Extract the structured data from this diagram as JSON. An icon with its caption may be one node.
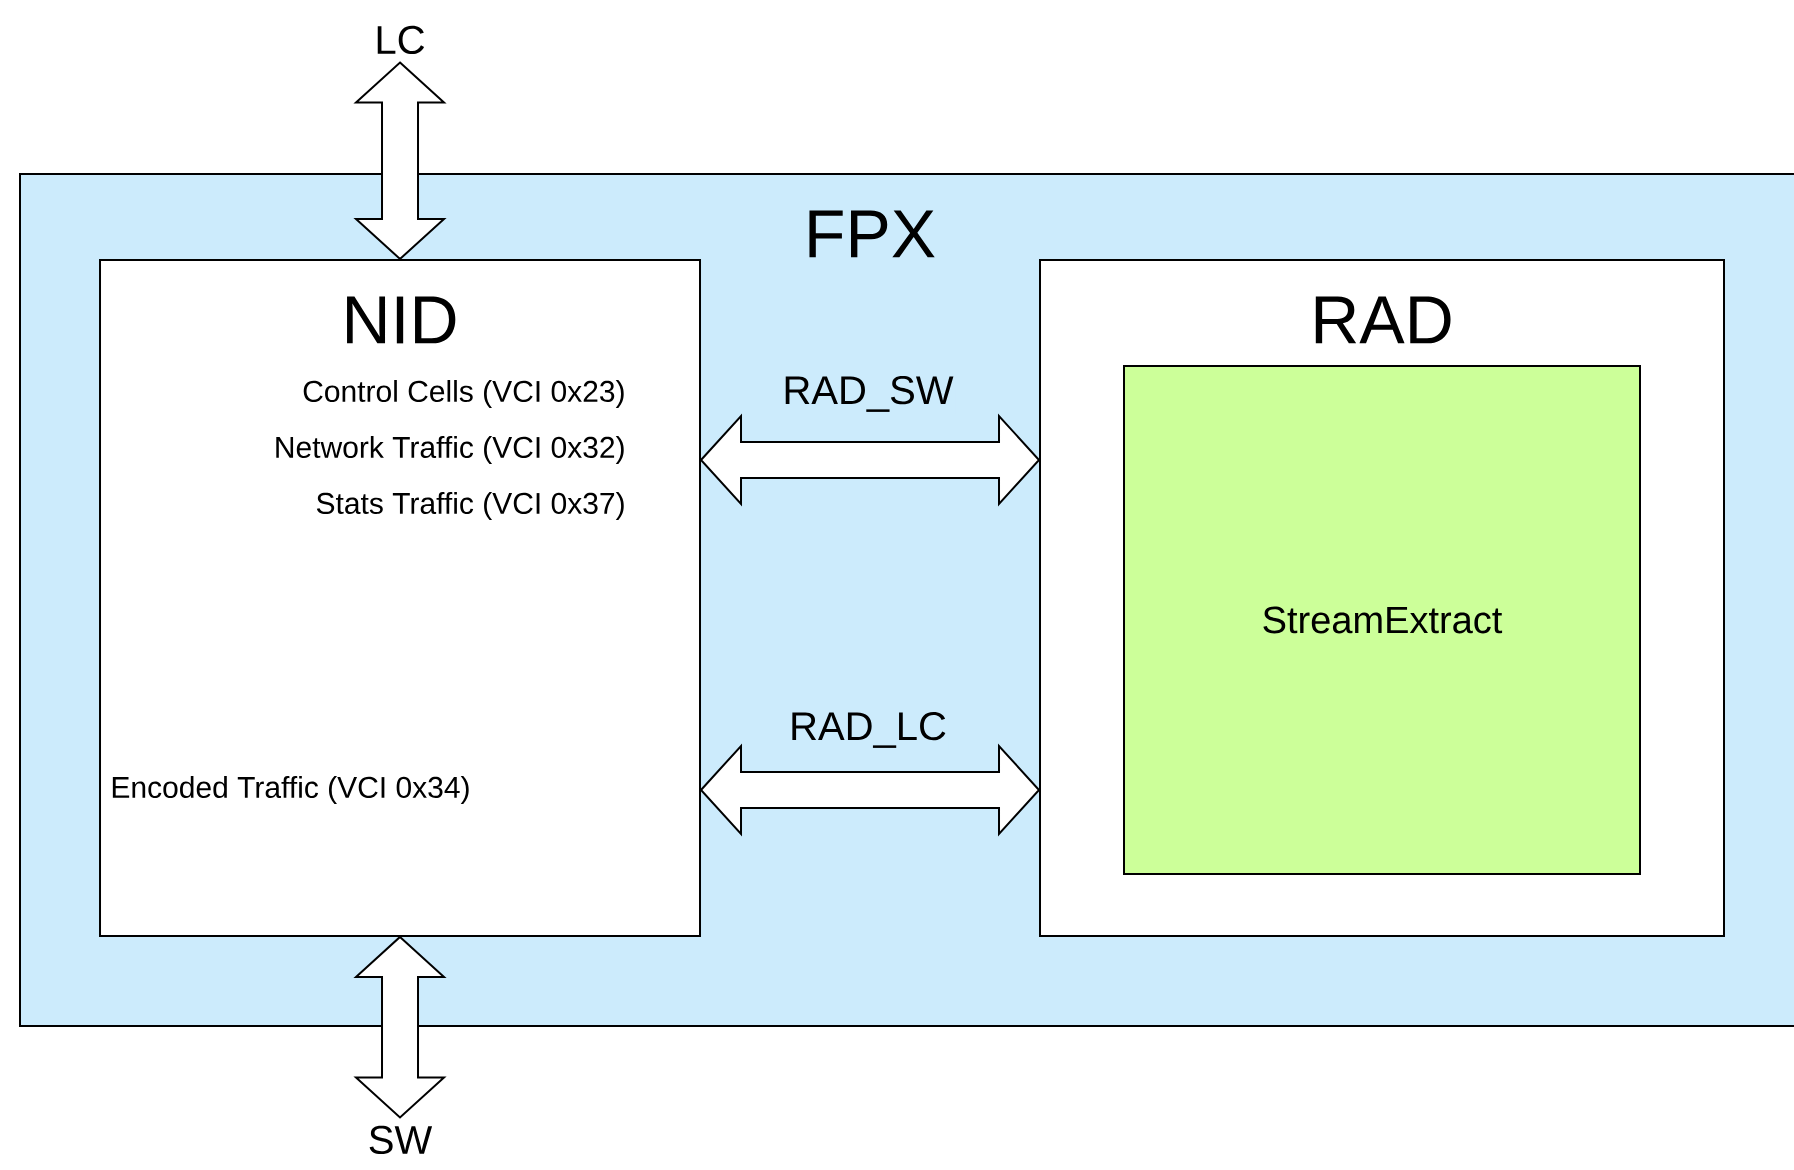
{
  "diagram": {
    "nodes": [
      {
        "text": [
          "LC"
        ]
      },
      {
        "text": [
          "FPX"
        ]
      },
      {
        "text": [
          "NID",
          "Control Cells (VCI 0x23)",
          "Network Traffic (VCI 0x32)",
          "Stats Traffic (VCI 0x37)",
          "Encoded Traffic (VCI 0x34)"
        ],
        "in": 1
      },
      {
        "text": [
          "RAD"
        ],
        "in": 1
      },
      {
        "text": [
          "StreamExtract"
        ],
        "in": 3
      },
      {
        "text": [
          "SW"
        ]
      }
    ],
    "edges": [
      {
        "from": 0,
        "to": 2,
        "arrow": "both"
      },
      {
        "from": 2,
        "to": 3,
        "arrow": "both",
        "label": "RAD_SW"
      },
      {
        "from": 2,
        "to": 3,
        "arrow": "both",
        "label": "RAD_LC"
      },
      {
        "from": 2,
        "to": 5,
        "arrow": "both"
      }
    ]
  }
}
